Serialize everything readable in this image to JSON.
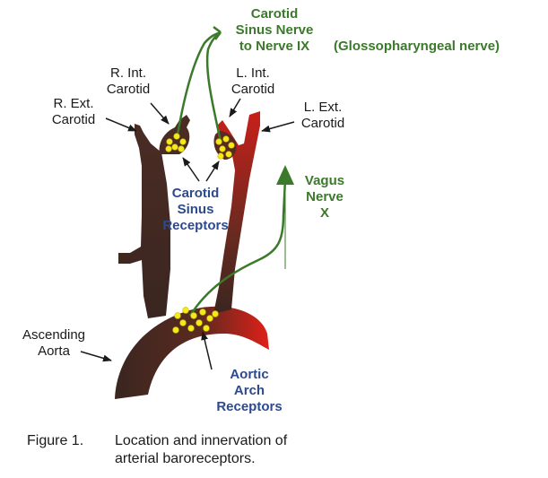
{
  "labels": {
    "glossopharyngeal_title": [
      "Carotid",
      "Sinus Nerve",
      "to Nerve IX"
    ],
    "glossopharyngeal_note": "(Glossopharyngeal nerve)",
    "r_int_carotid": [
      "R. Int.",
      "Carotid"
    ],
    "l_int_carotid": [
      "L. Int.",
      "Carotid"
    ],
    "r_ext_carotid": [
      "R. Ext.",
      "Carotid"
    ],
    "l_ext_carotid": [
      "L. Ext.",
      "Carotid"
    ],
    "vagus": [
      "Vagus",
      "Nerve",
      "X"
    ],
    "carotid_sinus_receptors": [
      "Carotid",
      "Sinus",
      "Receptors"
    ],
    "ascending_aorta": [
      "Ascending",
      "Aorta"
    ],
    "aortic_arch_receptors": [
      "Aortic",
      "Arch",
      "Receptors"
    ]
  },
  "caption": {
    "figure": "Figure 1.",
    "line1": "Location and innervation of",
    "line2": "arterial baroreceptors."
  },
  "colors": {
    "vessel_dark": "#3a2620",
    "vessel_red": "#d8231c",
    "nerve": "#3a7a2a",
    "receptor": "#f4ea1a",
    "label_blue": "#2d4a8c"
  }
}
